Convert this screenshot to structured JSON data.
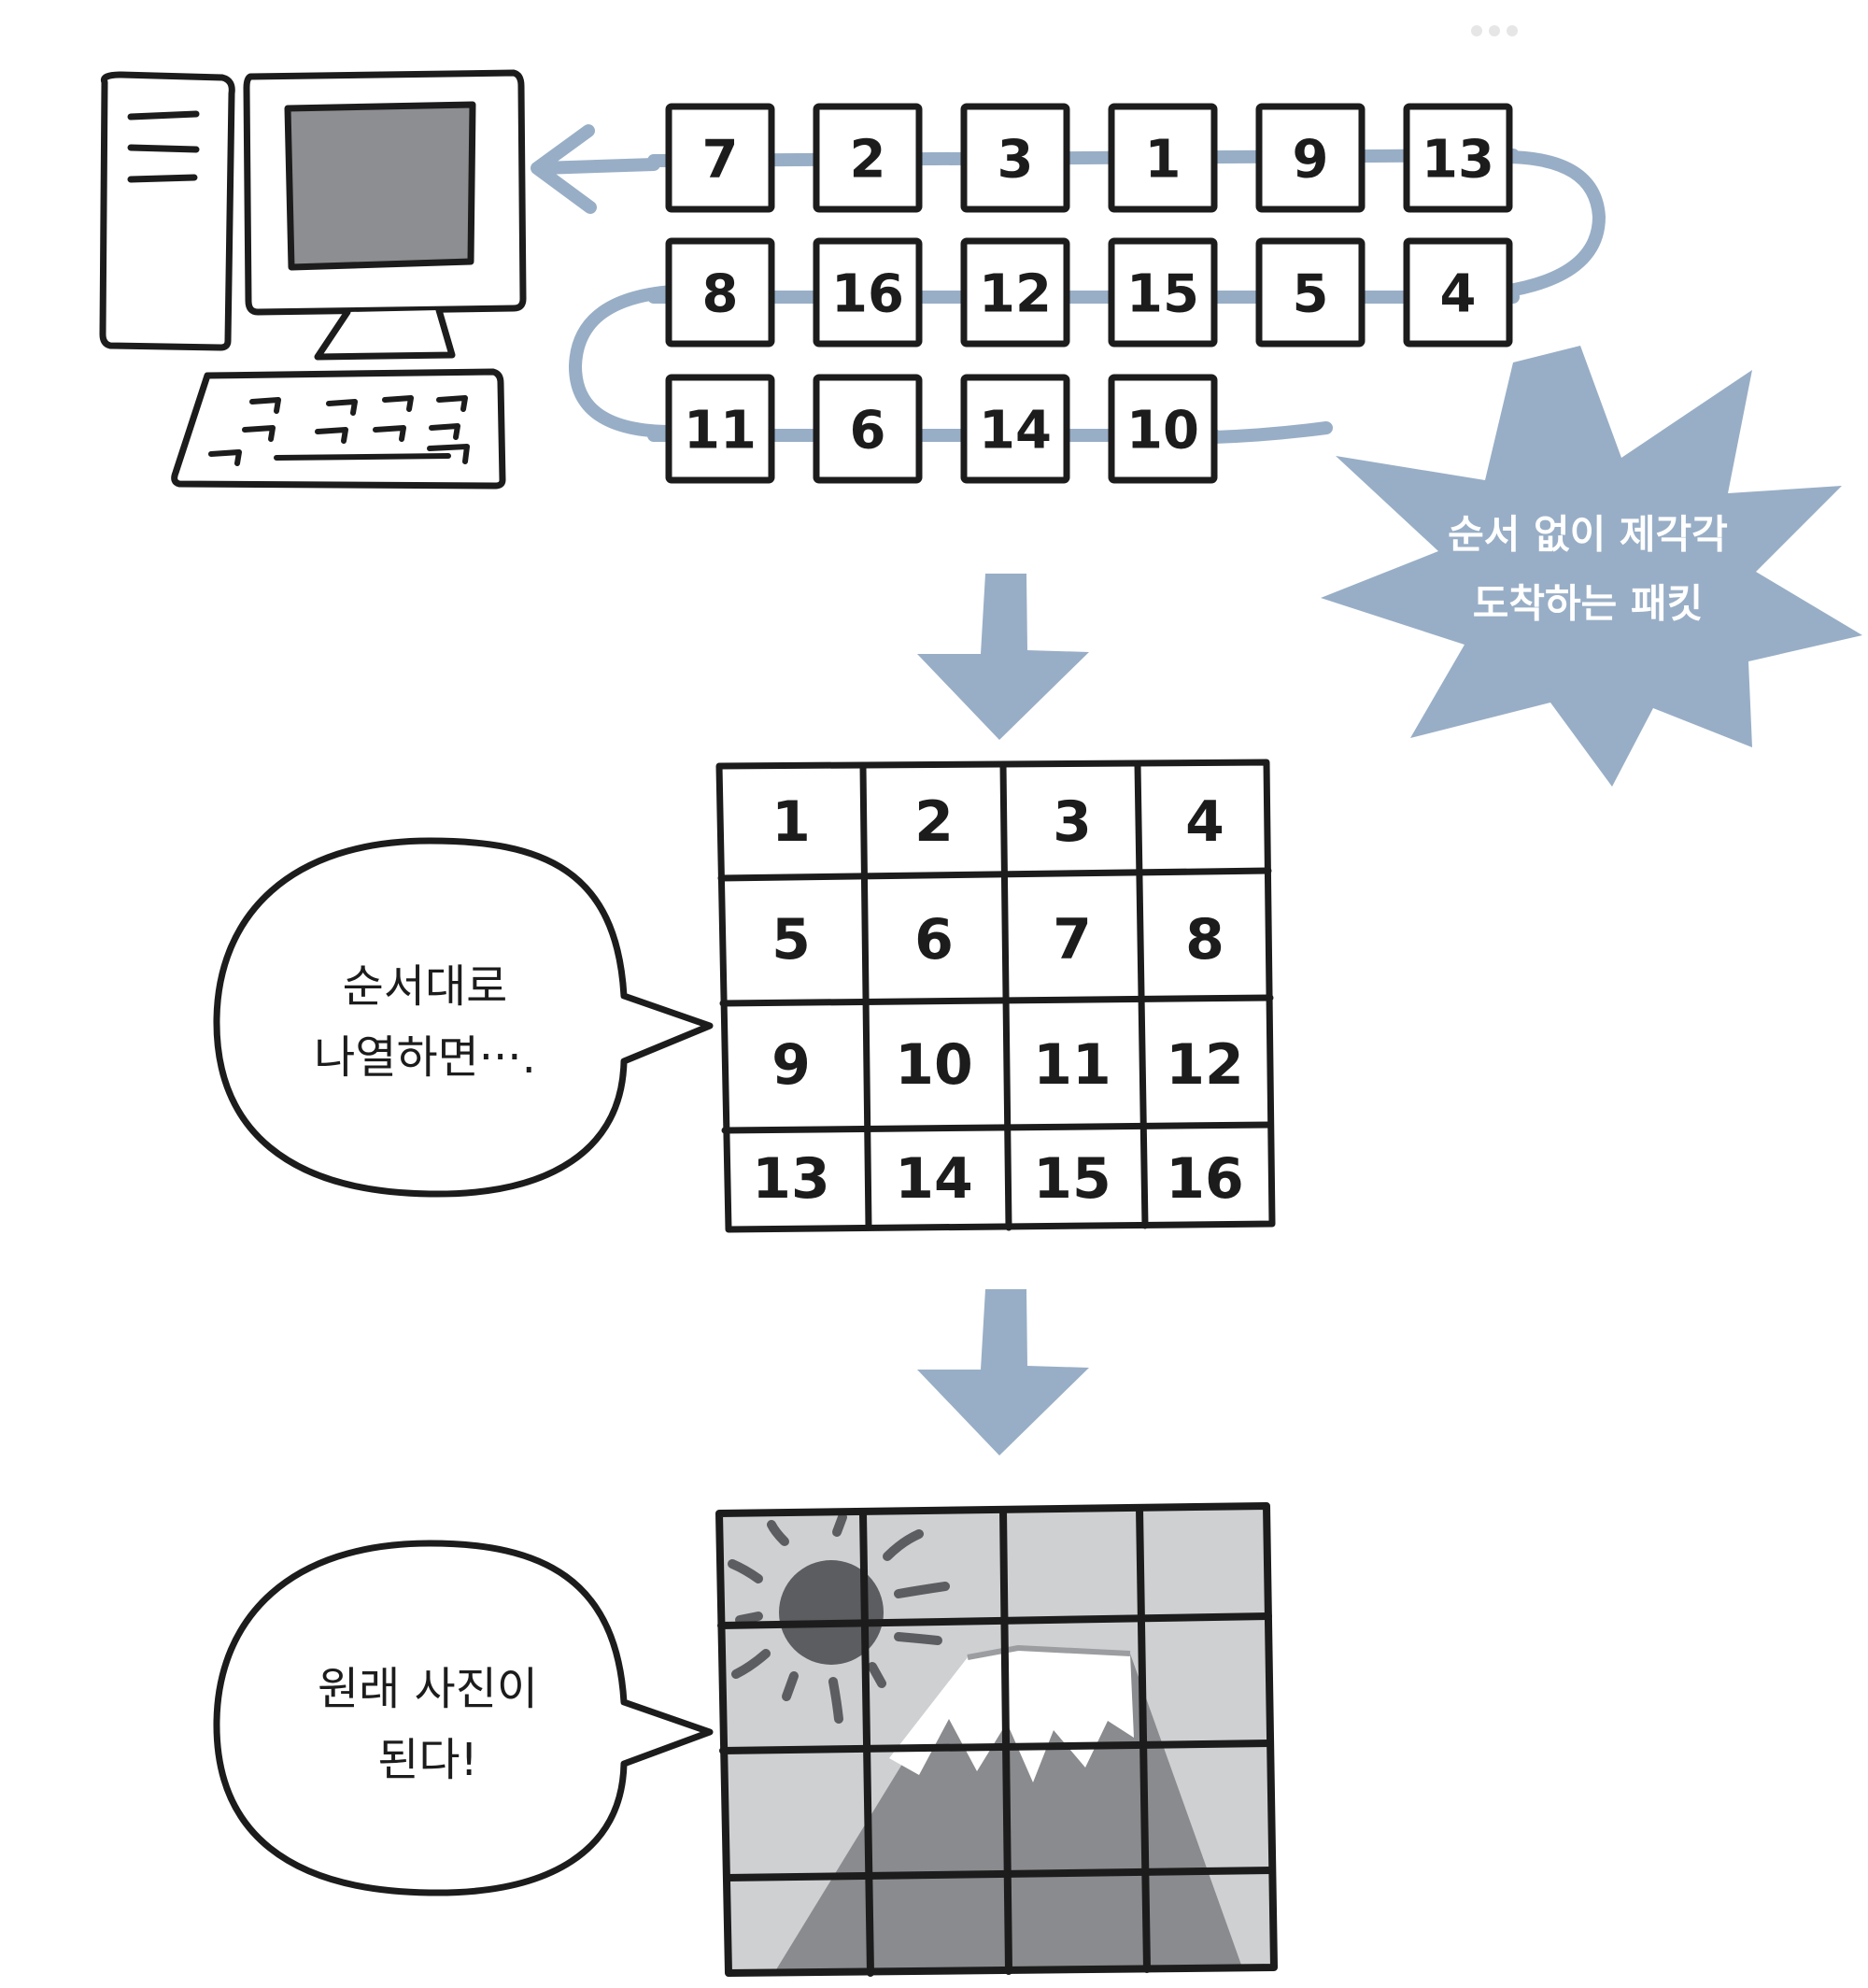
{
  "packets": {
    "rows": [
      [
        "7",
        "2",
        "3",
        "1",
        "9",
        "13"
      ],
      [
        "8",
        "16",
        "12",
        "15",
        "5",
        "4"
      ],
      [
        "11",
        "6",
        "14",
        "10"
      ]
    ]
  },
  "burst": {
    "line1": "순서 없이 제각각",
    "line2": "도착하는 패킷"
  },
  "ordered_grid": {
    "cells": [
      "1",
      "2",
      "3",
      "4",
      "5",
      "6",
      "7",
      "8",
      "9",
      "10",
      "11",
      "12",
      "13",
      "14",
      "15",
      "16"
    ]
  },
  "bubble_order": {
    "line1": "순서대로",
    "line2": "나열하면···."
  },
  "bubble_photo": {
    "line1": "원래 사진이",
    "line2": "된다!"
  },
  "colors": {
    "accent_blue": "#98aec6",
    "outline": "#1c1c1c",
    "screen_gray": "#8d8e91",
    "photo_sky": "#cfd0d2",
    "photo_mountain": "#8a8b8e",
    "photo_sun": "#5c5d60"
  },
  "icons": [
    "computer-icon",
    "sun-icon",
    "mountain-icon"
  ]
}
